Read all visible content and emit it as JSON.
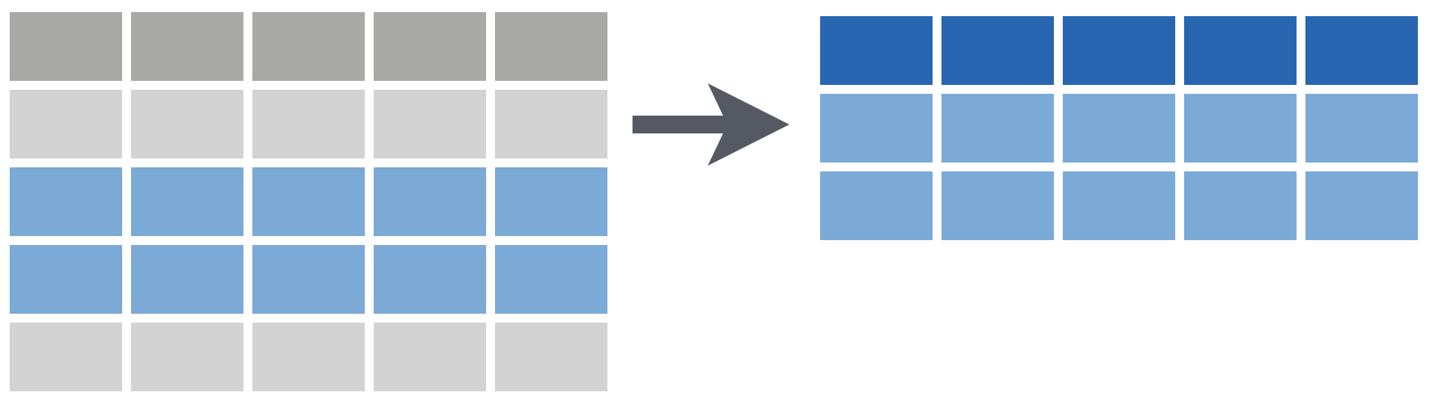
{
  "colors": {
    "source_header": "#a9aaa7",
    "filtered_out": "#d3d3d3",
    "selected_row": "#7baad6",
    "result_header": "#2866b2",
    "arrow": "#555a62"
  },
  "source_table": {
    "columns": 5,
    "row_types": [
      "source_header",
      "filtered_out",
      "selected_row",
      "selected_row",
      "filtered_out"
    ]
  },
  "result_table": {
    "columns": 5,
    "row_types": [
      "result_header",
      "selected_row",
      "selected_row"
    ]
  },
  "arrow": {
    "icon": "right-arrow-icon"
  }
}
